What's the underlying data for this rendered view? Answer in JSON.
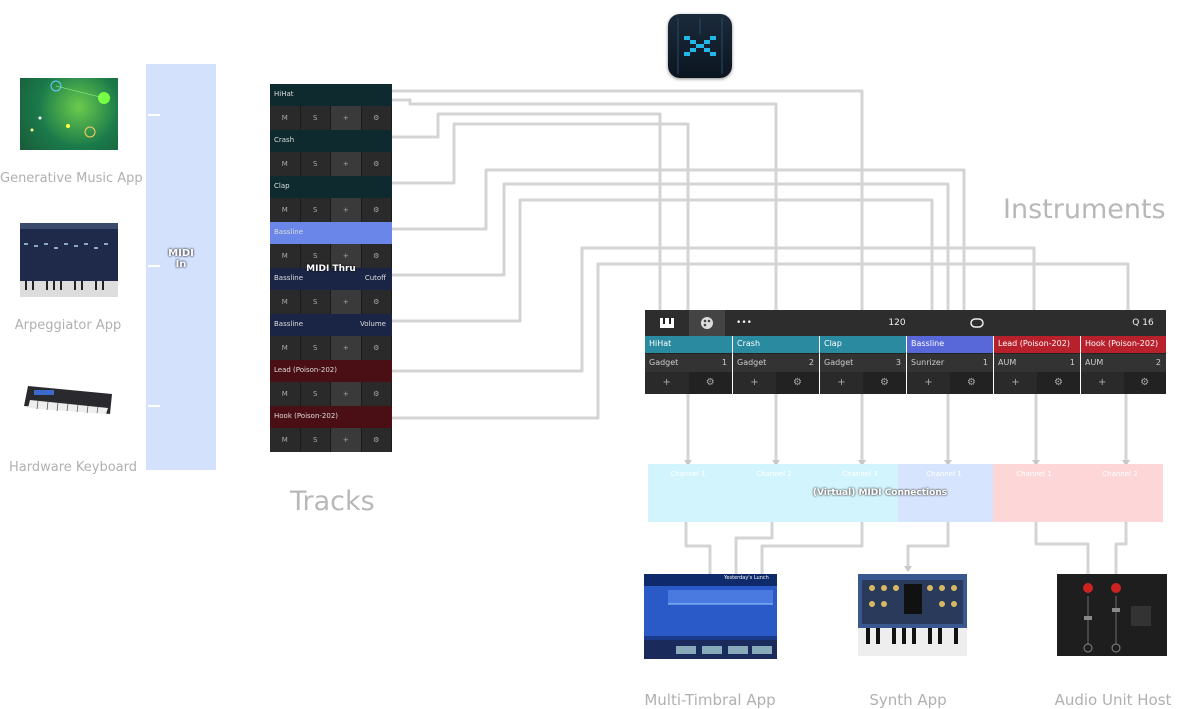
{
  "sources": [
    {
      "label": "Generative Music App",
      "icon": "generative-app-screenshot"
    },
    {
      "label": "Arpeggiator App",
      "icon": "arpeggiator-app-screenshot"
    },
    {
      "label": "Hardware Keyboard",
      "icon": "hardware-keyboard-image"
    }
  ],
  "midi_in": {
    "line1": "MIDI",
    "line2": "In"
  },
  "midi_thru": "MIDI Thru",
  "tracks_label": "Tracks",
  "tracks": [
    {
      "name": "HiHat",
      "extra": "",
      "color": "#0e2a2e"
    },
    {
      "name": "Crash",
      "extra": "",
      "color": "#0e2a2e"
    },
    {
      "name": "Clap",
      "extra": "",
      "color": "#0e2a2e"
    },
    {
      "name": "Bassline",
      "extra": "",
      "color": "#6a86e8"
    },
    {
      "name": "Bassline",
      "extra": "Cutoff",
      "color": "#1a2545"
    },
    {
      "name": "Bassline",
      "extra": "Volume",
      "color": "#1a2545"
    },
    {
      "name": "Lead (Poison-202)",
      "extra": "",
      "color": "#4a0f14"
    },
    {
      "name": "Hook (Poison-202)",
      "extra": "",
      "color": "#4a0f14"
    }
  ],
  "track_controls": {
    "mute": "M",
    "solo": "S",
    "add": "+",
    "settings": "⚙"
  },
  "instruments_label": "Instruments",
  "toolbar": {
    "tempo": "120",
    "dots": "•••",
    "quantize": "Q 16",
    "loop_icon": "loop-icon",
    "piano_icon": "piano-icon",
    "palette_icon": "palette-icon"
  },
  "instruments": [
    {
      "name": "HiHat",
      "host": "Gadget",
      "num": "1",
      "color": "#2a8aa0"
    },
    {
      "name": "Crash",
      "host": "Gadget",
      "num": "2",
      "color": "#2a8aa0"
    },
    {
      "name": "Clap",
      "host": "Gadget",
      "num": "3",
      "color": "#2a8aa0"
    },
    {
      "name": "Bassline",
      "host": "Sunrizer",
      "num": "1",
      "color": "#5868d8"
    },
    {
      "name": "Lead (Poison-202)",
      "host": "AUM",
      "num": "1",
      "color": "#b8202c"
    },
    {
      "name": "Hook (Poison-202)",
      "host": "AUM",
      "num": "2",
      "color": "#b8202c"
    }
  ],
  "inst_controls": {
    "add": "+",
    "settings": "⚙"
  },
  "channels": [
    {
      "label": "Channel 1"
    },
    {
      "label": "Channel 2"
    },
    {
      "label": "Channel 3"
    },
    {
      "label": "Channel 1"
    },
    {
      "label": "Channel 1"
    },
    {
      "label": "Channel 2"
    }
  ],
  "midi_connections": "(Virtual) MIDI Connections",
  "destinations": [
    {
      "label": "Multi-Timbral App",
      "header": "Yesterday's Lunch"
    },
    {
      "label": "Synth App"
    },
    {
      "label": "Audio Unit Host"
    }
  ],
  "colors": {
    "midi_in": "#d3e1fd",
    "gadget_channels": "#cdf4fd",
    "sunrizer_channel": "#d3e1fd",
    "aum_channels": "#fdd3d3",
    "wire": "#d6d6d6"
  }
}
